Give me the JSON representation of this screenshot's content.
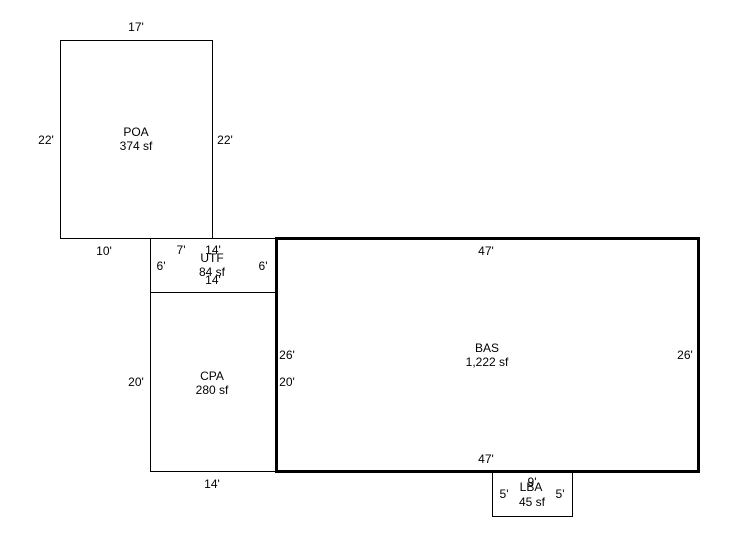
{
  "areas": {
    "poa": {
      "code": "POA",
      "area": "374 sf"
    },
    "utf": {
      "code": "UTF",
      "area": "84 sf"
    },
    "cpa": {
      "code": "CPA",
      "area": "280 sf"
    },
    "bas": {
      "code": "BAS",
      "area": "1,222 sf"
    },
    "lba": {
      "code": "LBA",
      "area": "45 sf"
    }
  },
  "dimensions": {
    "poa_top": "17'",
    "poa_left": "22'",
    "poa_right": "22'",
    "poa_bottom_left": "10'",
    "utf_top_left": "7'",
    "utf_top": "14'",
    "utf_left": "6'",
    "utf_right": "6'",
    "utf_bottom": "14'",
    "cpa_left": "20'",
    "cpa_right": "20'",
    "cpa_bottom": "14'",
    "bas_top": "47'",
    "bas_bottom": "47'",
    "bas_left": "26'",
    "bas_right": "26'",
    "lba_top": "9'",
    "lba_left": "5'",
    "lba_right": "5'"
  }
}
